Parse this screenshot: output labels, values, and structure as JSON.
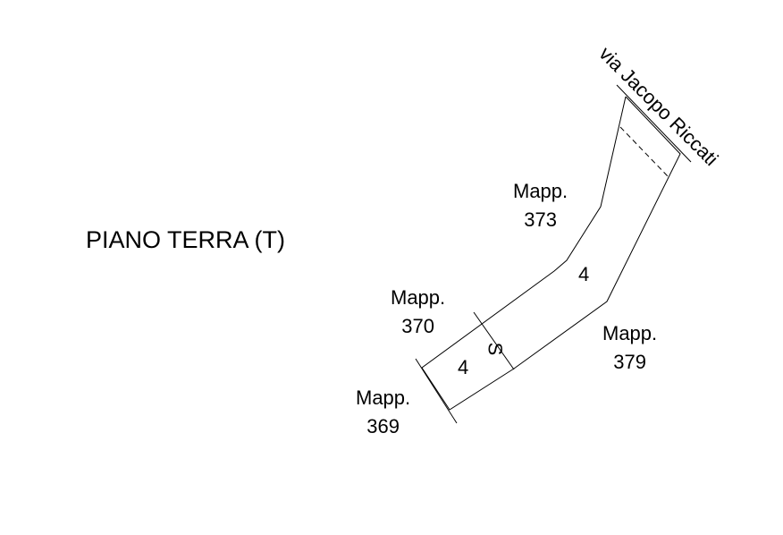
{
  "title": "PIANO TERRA (T)",
  "street": "via Jacopo Riccati",
  "parcels": [
    {
      "label": "Mapp.",
      "number": "373"
    },
    {
      "label": "Mapp.",
      "number": "370"
    },
    {
      "label": "Mapp.",
      "number": "379"
    },
    {
      "label": "Mapp.",
      "number": "369"
    }
  ],
  "zone_labels": [
    "4",
    "4"
  ],
  "section_mark": "S"
}
